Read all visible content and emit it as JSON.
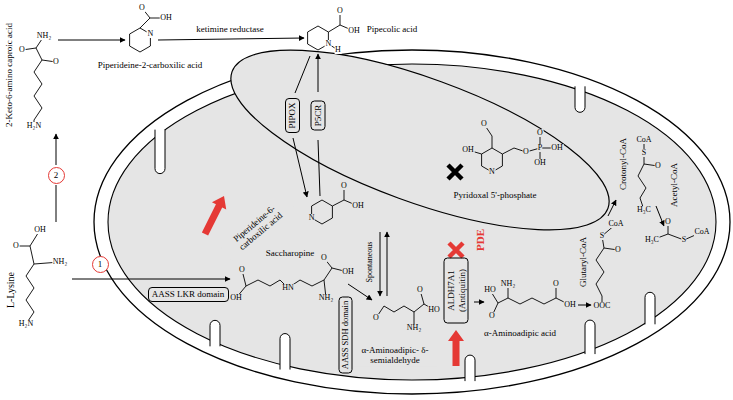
{
  "diagram": {
    "nodes": [
      {
        "text": [
          "2"
        ]
      },
      {
        "text": [
          "1"
        ]
      },
      {
        "text": [
          "AASS LKR domain"
        ]
      },
      {
        "text": [
          "PIPOX"
        ]
      },
      {
        "text": [
          "P5CR"
        ]
      },
      {
        "text": [
          "AASS SDH domain"
        ]
      },
      {
        "text": [
          "ALDH7A1 (Antiquitin)"
        ]
      }
    ],
    "labels": [
      "L-Lysine",
      "2-Keto-6-amino caproic acid",
      "Piperideine-2-carboxilic acid",
      "ketimine reductase",
      "Pipecolic acid",
      "Saccharopine",
      "Piperideine-6- carboxilic acid",
      "Spontaneous",
      "α-Aminoadipic- δ-semialdehyde",
      "α-Aminoadipic acid",
      "Glutaryl-CoA",
      "Crotonyl-CoA",
      "Acetyl-CoA",
      "Pyridoxal 5'-phosphate",
      "PDE",
      "OH",
      "O",
      "NH₂",
      "H₂N",
      "H₂N",
      "O",
      "O",
      "NH₂",
      "N",
      "O",
      "OH",
      "N",
      "H",
      "O",
      "OH",
      "OH",
      "O",
      "HN",
      "NH₂",
      "O",
      "OH",
      "N",
      "O",
      "OH",
      "O",
      "NH₂",
      "O",
      "HO",
      "O",
      "OH",
      "N",
      "O",
      "P",
      "O",
      "OH",
      "OH",
      "HO",
      "O",
      "NH₂",
      "O",
      "OH",
      "OOC",
      "O",
      "S",
      "CoA",
      "CoA",
      "S",
      "O",
      "H₃C",
      "H₃C",
      "O",
      "S",
      "CoA"
    ]
  }
}
